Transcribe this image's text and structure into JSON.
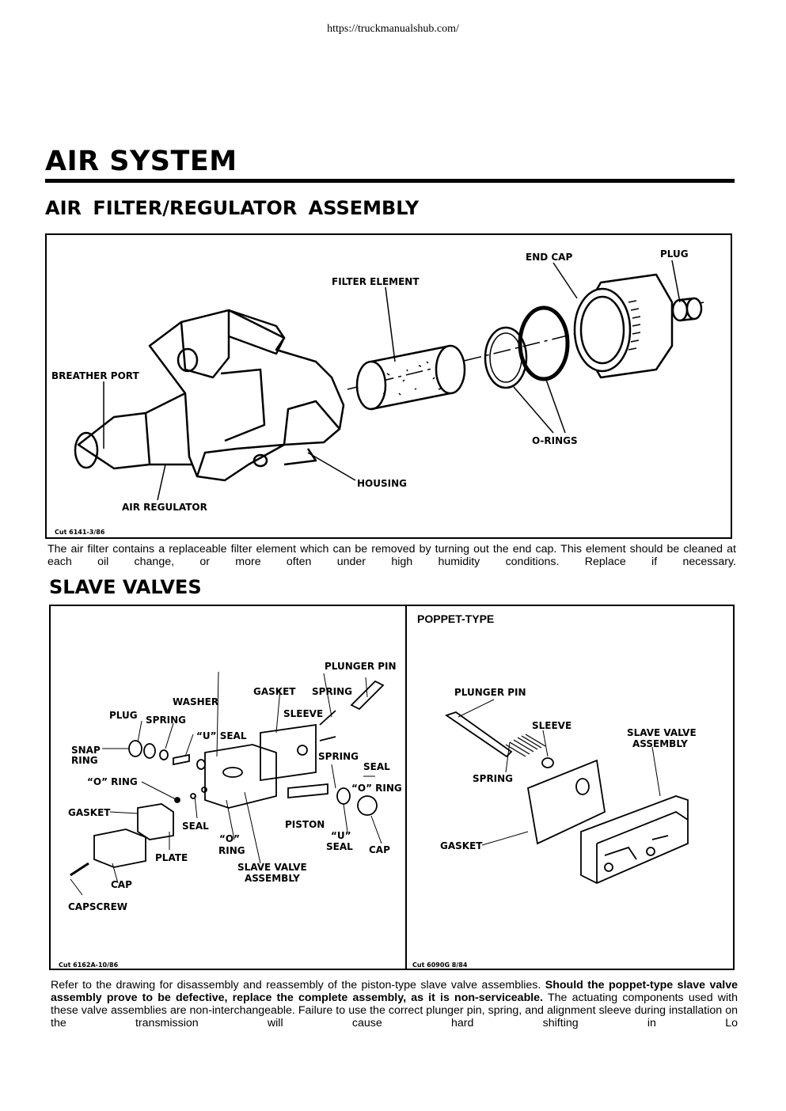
{
  "header": {
    "url": "https://truckmanualshub.com/"
  },
  "section": {
    "title": "AIR SYSTEM"
  },
  "filter_regulator": {
    "title": "AIR  FILTER/REGULATOR  ASSEMBLY",
    "labels": {
      "end_cap": "END CAP",
      "plug": "PLUG",
      "filter_element": "FILTER ELEMENT",
      "breather_port": "BREATHER PORT",
      "o_rings": "O-RINGS",
      "housing": "HOUSING",
      "air_regulator": "AIR REGULATOR"
    },
    "cut": "Cut  6141-3/86",
    "paragraph": "The air filter contains a replaceable filter element which can be removed by turning out the end cap. This element should be cleaned at each oil change, or more often under high humidity conditions. Replace if necessary."
  },
  "slave_valves": {
    "title": "SLAVE VALVES",
    "piston_labels": {
      "plunger_pin": "PLUNGER PIN",
      "gasket_top": "GASKET",
      "spring_top": "SPRING",
      "washer": "WASHER",
      "sleeve": "SLEEVE",
      "plug": "PLUG",
      "spring": "SPRING",
      "u_seal": "“U” SEAL",
      "snap": "SNAP",
      "ring": "RING",
      "spring_mid": "SPRING",
      "seal": "SEAL",
      "o_ring_left": "“O” RING",
      "o_ring_right": "“O” RING",
      "gasket": "GASKET",
      "seal_lower": "SEAL",
      "piston": "PISTON",
      "o_lbl": "“O”",
      "ring_lbl": "RING",
      "u_lbl": "“U”",
      "seal_u": "SEAL",
      "cap_right": "CAP",
      "plate": "PLATE",
      "slave_valve": "SLAVE VALVE",
      "assembly": "ASSEMBLY",
      "cap": "CAP",
      "capscrew": "CAPSCREW"
    },
    "piston_cut": "Cut  6162A-10/86",
    "poppet": {
      "title": "POPPET-TYPE",
      "plunger_pin": "PLUNGER PIN",
      "sleeve": "SLEEVE",
      "slave_valve": "SLAVE VALVE",
      "assembly": "ASSEMBLY",
      "spring": "SPRING",
      "gasket": "GASKET",
      "cut": "Cut  6090G  8/84"
    },
    "paragraph_a": "Refer to the drawing for disassembly and reassembly of the piston-type slave valve assemblies. ",
    "paragraph_bold": "Should the poppet-type slave valve assembly prove to be defective, replace the complete assembly, as it is non-serviceable.",
    "paragraph_b": " The actuating components used with these valve assemblies are non-interchangeable. Failure to use the correct plunger pin, spring, and alignment sleeve during installation on the transmission will cause hard shifting in Lo"
  }
}
